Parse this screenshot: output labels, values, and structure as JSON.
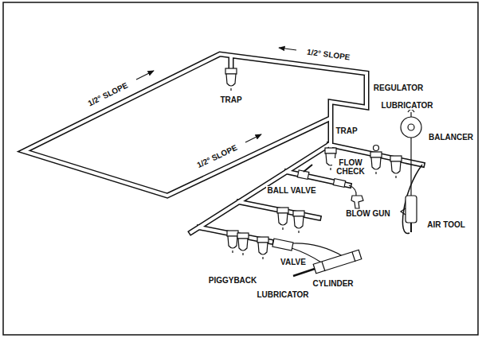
{
  "diagram": {
    "labels": [
      "1/2° SLOPE",
      "TRAP",
      "1/2° SLOPE",
      "REGULATOR",
      "LUBRICATOR",
      "TRAP",
      "BALANCER",
      "1/2° SLOPE",
      "FLOW CHECK",
      "BALL VALVE",
      "BLOW GUN",
      "AIR TOOL",
      "VALVE",
      "PIGGYBACK",
      "CYLINDER",
      "LUBRICATOR"
    ]
  }
}
